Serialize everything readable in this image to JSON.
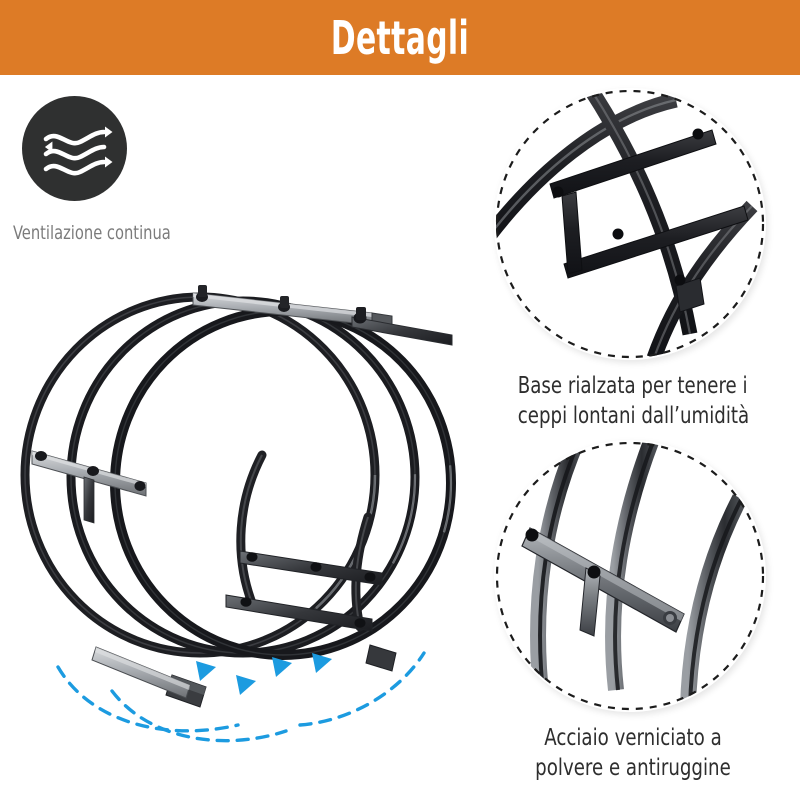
{
  "header": {
    "title": "Dettagli",
    "background_color": "#DD7B26",
    "text_color": "#FFFFFF"
  },
  "left_feature": {
    "icon_name": "airflow-waves-icon",
    "icon_background_color": "#2F3030",
    "icon_stroke_color": "#FFFFFF",
    "caption": "Ventilazione continua",
    "caption_color": "#7B7B7B"
  },
  "product": {
    "name": "circular-log-rack",
    "alt": "Portalegna circolare in acciaio con tre anelli curvi e traverse",
    "frame_color": "#2B2B2D",
    "highlight_color": "#B9BCC0",
    "airflow": {
      "name": "airflow-indicator",
      "color": "#1C9BE0",
      "arrow_count": 4,
      "arc_count": 3
    }
  },
  "details": [
    {
      "id": "raised-base",
      "zoom_name": "raised-base-zoom-circle",
      "border_style": "dashed",
      "border_color": "#1C1C1C",
      "steel_color": "#2A2A2C",
      "caption_lines": [
        "Base rialzata per tenere i",
        "ceppi lontani dall’umidità"
      ],
      "caption_color": "#2E2E2E"
    },
    {
      "id": "powder-coated-steel",
      "zoom_name": "powder-coated-steel-zoom-circle",
      "border_style": "dashed",
      "border_color": "#1C1C1C",
      "steel_color": "#6E7276",
      "caption_lines": [
        "Acciaio verniciato a",
        "polvere e antiruggine"
      ],
      "caption_color": "#2E2E2E"
    }
  ]
}
